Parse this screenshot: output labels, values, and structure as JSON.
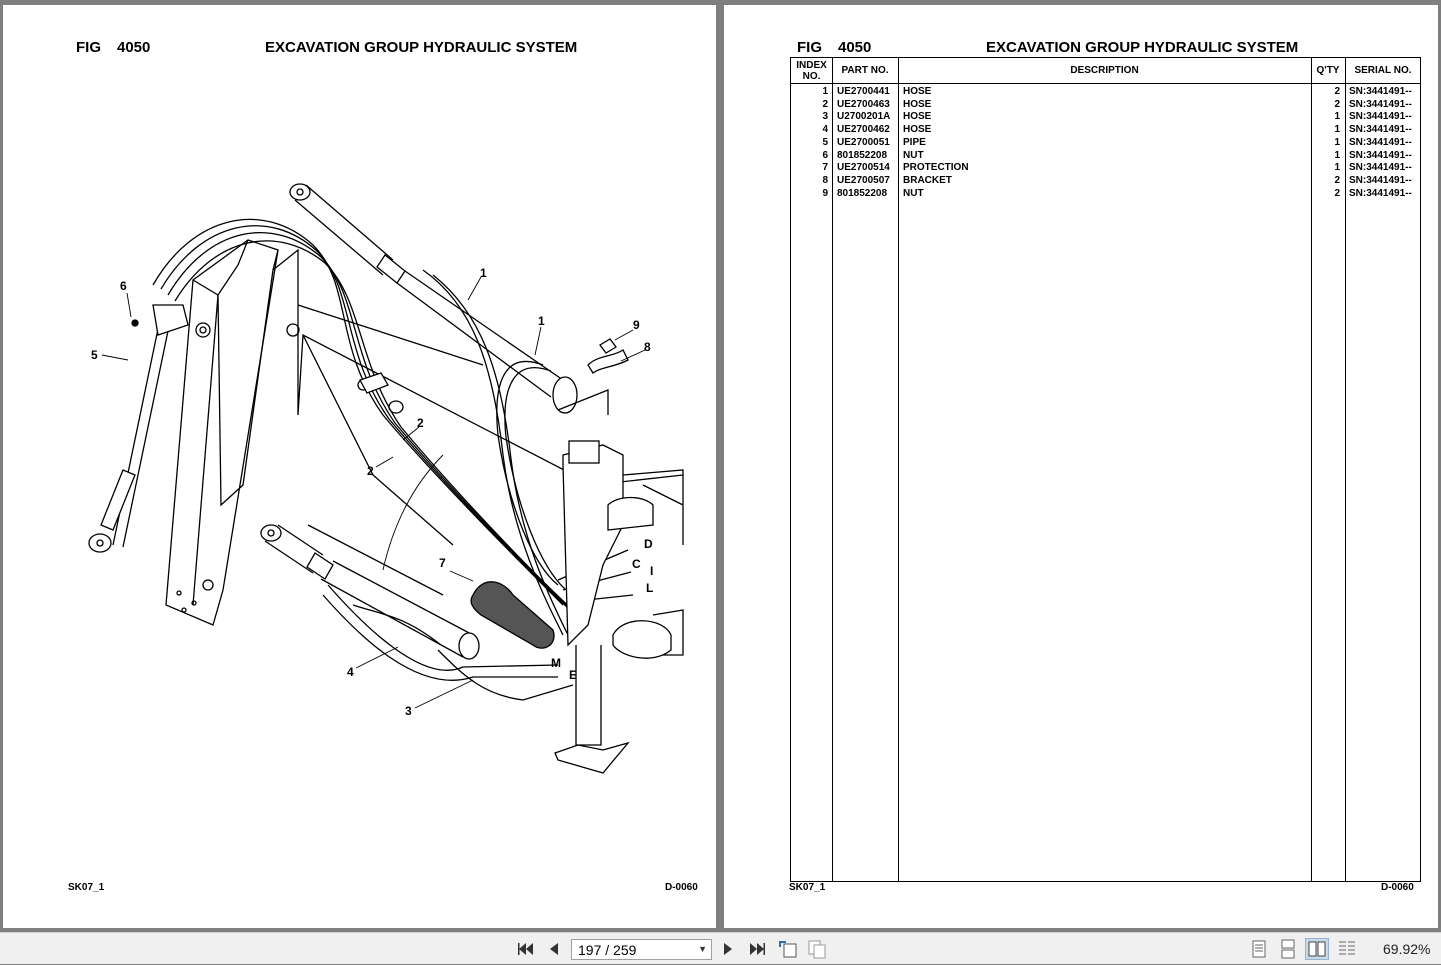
{
  "left_page": {
    "fig_label": "FIG",
    "fig_number": "4050",
    "title": "EXCAVATION GROUP HYDRAULIC SYSTEM",
    "footer_left": "SK07_1",
    "footer_right": "D-0060",
    "callouts": [
      "1",
      "1",
      "2",
      "2",
      "3",
      "4",
      "5",
      "6",
      "7",
      "8",
      "9"
    ],
    "port_letters": [
      "D",
      "C",
      "I",
      "L",
      "M",
      "E"
    ]
  },
  "right_page": {
    "fig_label": "FIG",
    "fig_number": "4050",
    "title": "EXCAVATION GROUP HYDRAULIC SYSTEM",
    "footer_left": "SK07_1",
    "footer_right": "D-0060",
    "table": {
      "headers": {
        "index_line1": "INDEX",
        "index_line2": "NO.",
        "part_no": "PART NO.",
        "description": "DESCRIPTION",
        "qty": "Q'TY",
        "serial": "SERIAL NO."
      },
      "rows": [
        {
          "index": "1",
          "part": "UE2700441",
          "desc": "HOSE",
          "qty": "2",
          "serial": "SN:3441491--"
        },
        {
          "index": "2",
          "part": "UE2700463",
          "desc": "HOSE",
          "qty": "2",
          "serial": "SN:3441491--"
        },
        {
          "index": "3",
          "part": "U2700201A",
          "desc": "HOSE",
          "qty": "1",
          "serial": "SN:3441491--"
        },
        {
          "index": "4",
          "part": "UE2700462",
          "desc": "HOSE",
          "qty": "1",
          "serial": "SN:3441491--"
        },
        {
          "index": "5",
          "part": "UE2700051",
          "desc": "PIPE",
          "qty": "1",
          "serial": "SN:3441491--"
        },
        {
          "index": "6",
          "part": "801852208",
          "desc": "NUT",
          "qty": "1",
          "serial": "SN:3441491--"
        },
        {
          "index": "7",
          "part": "UE2700514",
          "desc": "PROTECTION",
          "qty": "1",
          "serial": "SN:3441491--"
        },
        {
          "index": "8",
          "part": "UE2700507",
          "desc": "BRACKET",
          "qty": "2",
          "serial": "SN:3441491--"
        },
        {
          "index": "9",
          "part": "801852208",
          "desc": "NUT",
          "qty": "2",
          "serial": "SN:3441491--"
        }
      ]
    }
  },
  "toolbar": {
    "page_indicator": "197 / 259",
    "zoom": "69.92%",
    "icons": [
      "first-page-icon",
      "previous-page-icon",
      "next-page-icon",
      "last-page-icon",
      "rotate-icon",
      "pages-icon",
      "single-page-view-icon",
      "continuous-view-icon",
      "facing-view-icon",
      "facing-continuous-view-icon"
    ]
  }
}
